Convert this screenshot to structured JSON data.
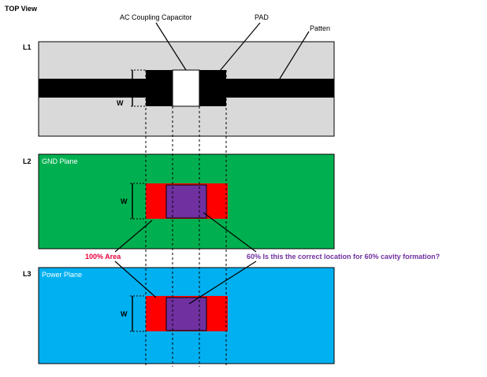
{
  "title": "TOP View",
  "layers": {
    "l1": {
      "id": "L1"
    },
    "l2": {
      "id": "L2",
      "name": "GND Plane"
    },
    "l3": {
      "id": "L3",
      "name": "Power Plane"
    }
  },
  "labels": {
    "capacitor": "AC Coupling Capacitor",
    "pad": "PAD",
    "pattern": "Patten",
    "width": "W"
  },
  "notes": {
    "area_100": "100% Area",
    "area_60": "60% Is this the correct location for 60% cavity formation?"
  },
  "colors": {
    "l1_fill": "#d9d9d9",
    "gnd_fill": "#00b050",
    "power_fill": "#00b0f0",
    "cutout_red": "#ff0000",
    "cutout_purple": "#7030a0",
    "note_red": "#e8003c",
    "note_purple": "#7030a0"
  }
}
